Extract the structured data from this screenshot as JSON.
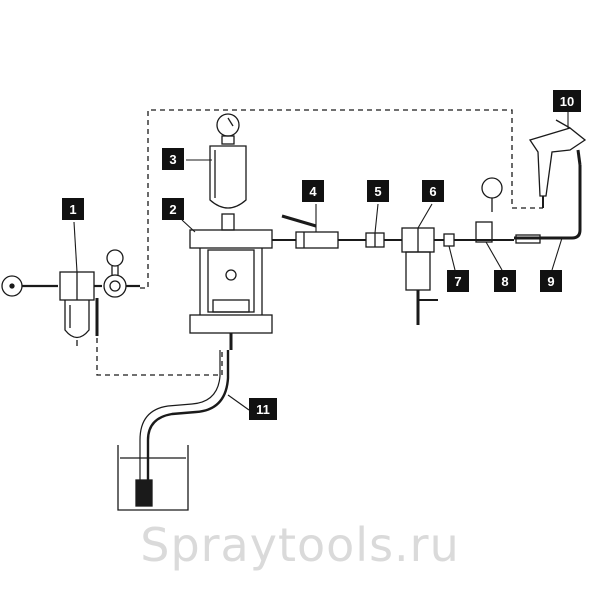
{
  "callouts": [
    {
      "id": "1",
      "label": "1"
    },
    {
      "id": "2",
      "label": "2"
    },
    {
      "id": "3",
      "label": "3"
    },
    {
      "id": "4",
      "label": "4"
    },
    {
      "id": "5",
      "label": "5"
    },
    {
      "id": "6",
      "label": "6"
    },
    {
      "id": "7",
      "label": "7"
    },
    {
      "id": "8",
      "label": "8"
    },
    {
      "id": "9",
      "label": "9"
    },
    {
      "id": "10",
      "label": "10"
    },
    {
      "id": "11",
      "label": "11"
    }
  ],
  "watermark": "Spraytools.ru",
  "colors": {
    "line": "#1a1a1a",
    "tag_bg": "#111111",
    "tag_text": "#ffffff",
    "watermark": "#dadada"
  }
}
